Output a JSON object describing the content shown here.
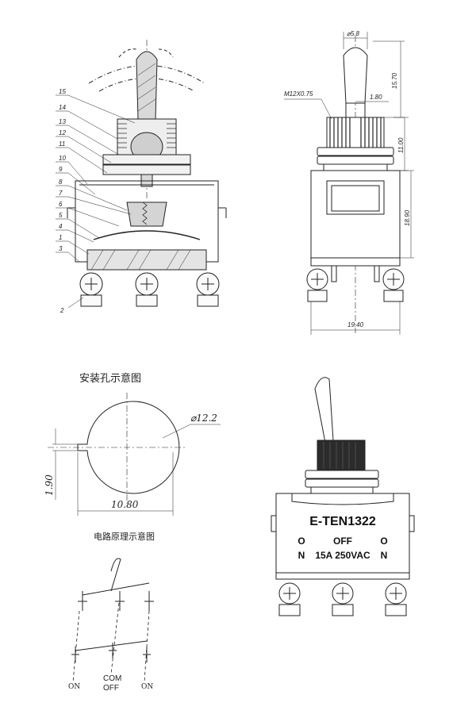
{
  "section_view": {
    "part_numbers": [
      "15",
      "14",
      "13",
      "12",
      "11",
      "10",
      "9",
      "8",
      "7",
      "6",
      "5",
      "4",
      "1",
      "3",
      "2"
    ]
  },
  "side_view": {
    "dim_diameter": "⌀5.8",
    "dim_lever": "15.70",
    "dim_thread": "M12X0.75",
    "dim_flat": "1.80",
    "dim_bushing": "11.00",
    "dim_body_height": "18.90",
    "dim_width": "19.40"
  },
  "mounting_hole": {
    "title": "安装孔示意图",
    "dim_diameter": "⌀12.2",
    "dim_key_height": "1.90",
    "dim_key_width": "10.80"
  },
  "circuit": {
    "title": "电路原理示意图",
    "label_left": "ON",
    "label_center_top": "COM",
    "label_center_bottom": "OFF",
    "label_right": "ON"
  },
  "front_view": {
    "model": "E-TEN1322",
    "positions": [
      "O",
      "OFF",
      "O"
    ],
    "rating_left": "N",
    "rating": "15A 250VAC",
    "rating_right": "N"
  }
}
